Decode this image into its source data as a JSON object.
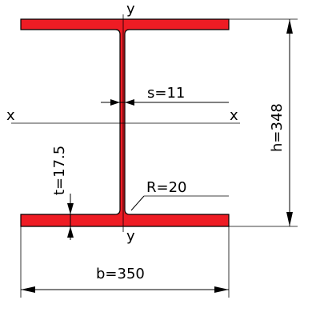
{
  "axes": {
    "y_top": "y",
    "y_bottom": "y",
    "x_left": "x",
    "x_right": "x"
  },
  "dimensions": {
    "web_thickness": "s=11",
    "flange_thickness": "t=17.5",
    "root_radius": "R=20",
    "height": "h=348",
    "width": "b=350"
  },
  "colors": {
    "section_fill": "#ee1c24",
    "section_stroke": "#000000"
  }
}
